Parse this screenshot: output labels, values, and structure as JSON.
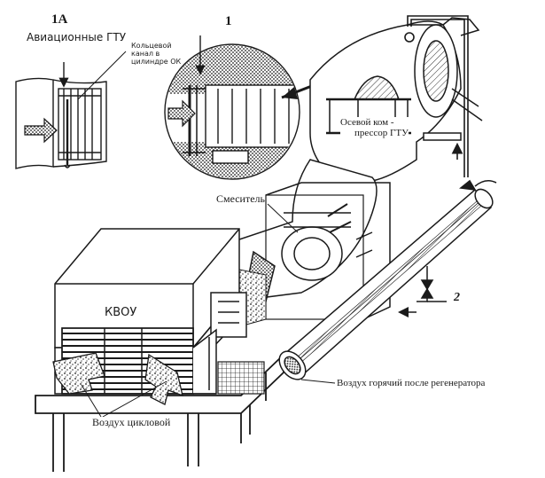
{
  "labels": {
    "panel_1a_number": "1А",
    "panel_1a_title": "Авиационные ГТУ",
    "annular_channel_line1": "Кольцевой",
    "annular_channel_line2": "канал в",
    "annular_channel_line3": "цилиндре ОК",
    "panel_1_number": "1",
    "compressor_line1": "Осевой ком -",
    "compressor_line2": "прессор ГТУ",
    "mixer": "Смеситель",
    "kvou": "КВОУ",
    "callout_2": "2",
    "hot_air": "Воздух горячий после регенератора",
    "cycle_air": "Воздух цикловой"
  },
  "colors": {
    "line": "#1a1a1a",
    "background": "#ffffff",
    "hatch": "#555555"
  }
}
